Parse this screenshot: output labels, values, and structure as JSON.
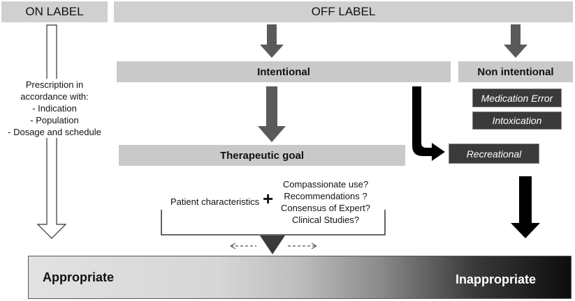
{
  "header": {
    "on_label": "ON LABEL",
    "off_label": "OFF LABEL"
  },
  "on_label_note": {
    "line1": "Prescription in",
    "line2": "accordance with:",
    "line3": "- Indication",
    "line4": "- Population",
    "line5": "- Dosage and schedule"
  },
  "nodes": {
    "intentional": "Intentional",
    "non_intentional": "Non intentional",
    "medication_error": "Medication Error",
    "intoxication": "Intoxication",
    "therapeutic_goal": "Therapeutic goal",
    "recreational": "Recreational"
  },
  "factors": {
    "patient": "Patient characteristics",
    "plus": "+",
    "evidence": [
      "Compassionate use?",
      "Recommendations ?",
      "Consensus of Expert?",
      "Clinical Studies?"
    ]
  },
  "scale": {
    "left": "Appropriate",
    "right": "Inappropriate"
  }
}
